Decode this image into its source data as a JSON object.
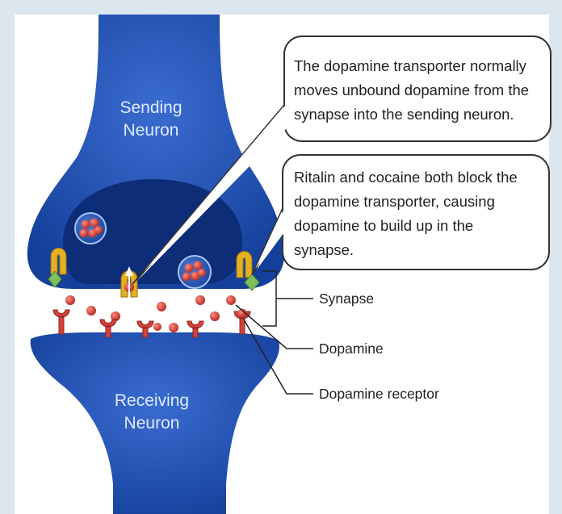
{
  "diagram": {
    "sending_neuron": [
      "Sending",
      "Neuron"
    ],
    "receiving_neuron": [
      "Receiving",
      "Neuron"
    ],
    "callout_transporter": [
      "The dopamine transporter normally",
      "moves unbound dopamine from the",
      "synapse into the sending neuron."
    ],
    "callout_block": [
      "Ritalin and cocaine both block the",
      "dopamine transporter, causing",
      "dopamine to build up in the",
      "synapse."
    ],
    "labels": {
      "synapse": "Synapse",
      "dopamine": "Dopamine",
      "receptor": "Dopamine receptor"
    },
    "colors": {
      "neuron_blue": "#1f4fae",
      "neuron_dark": "#0d2d78",
      "dopamine_red": "#d4413b",
      "transporter_gold": "#e3b021",
      "blocker_green": "#7dbf5a",
      "background": "#dce6ee"
    }
  }
}
